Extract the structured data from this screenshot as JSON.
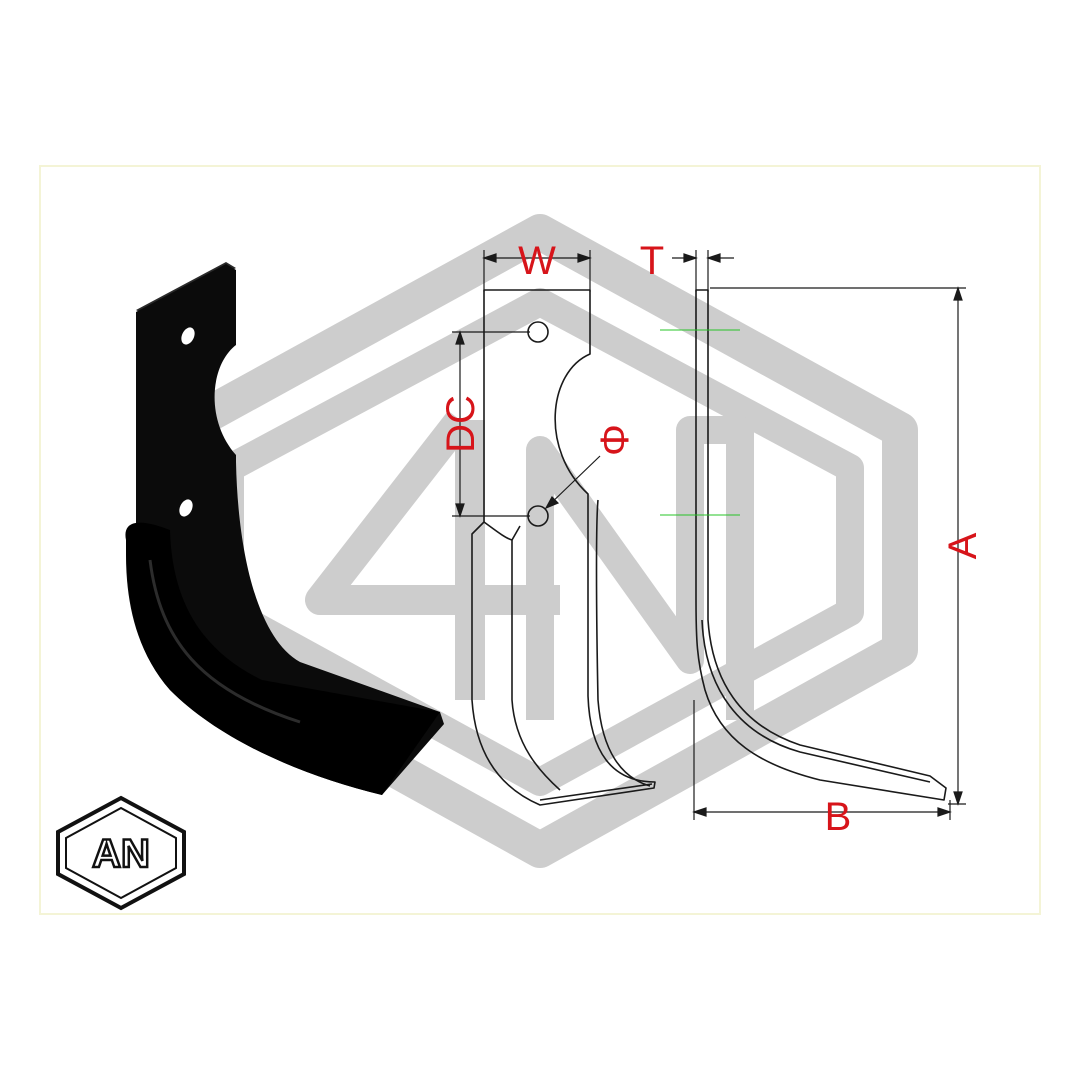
{
  "dimensions": {
    "width_label": "W",
    "thickness_label": "T",
    "hole_spacing_label": "DC",
    "hole_diameter_label": "Φ",
    "height_label": "A",
    "reach_label": "B"
  },
  "logo": {
    "text": "AN"
  },
  "colors": {
    "dimension_label": "#d7141a",
    "watermark": "#cfcfcf",
    "frame": "#f7f7dc",
    "blade": "#0b0b0b",
    "outline": "#1a1a1a",
    "centerline": "#27c427"
  }
}
